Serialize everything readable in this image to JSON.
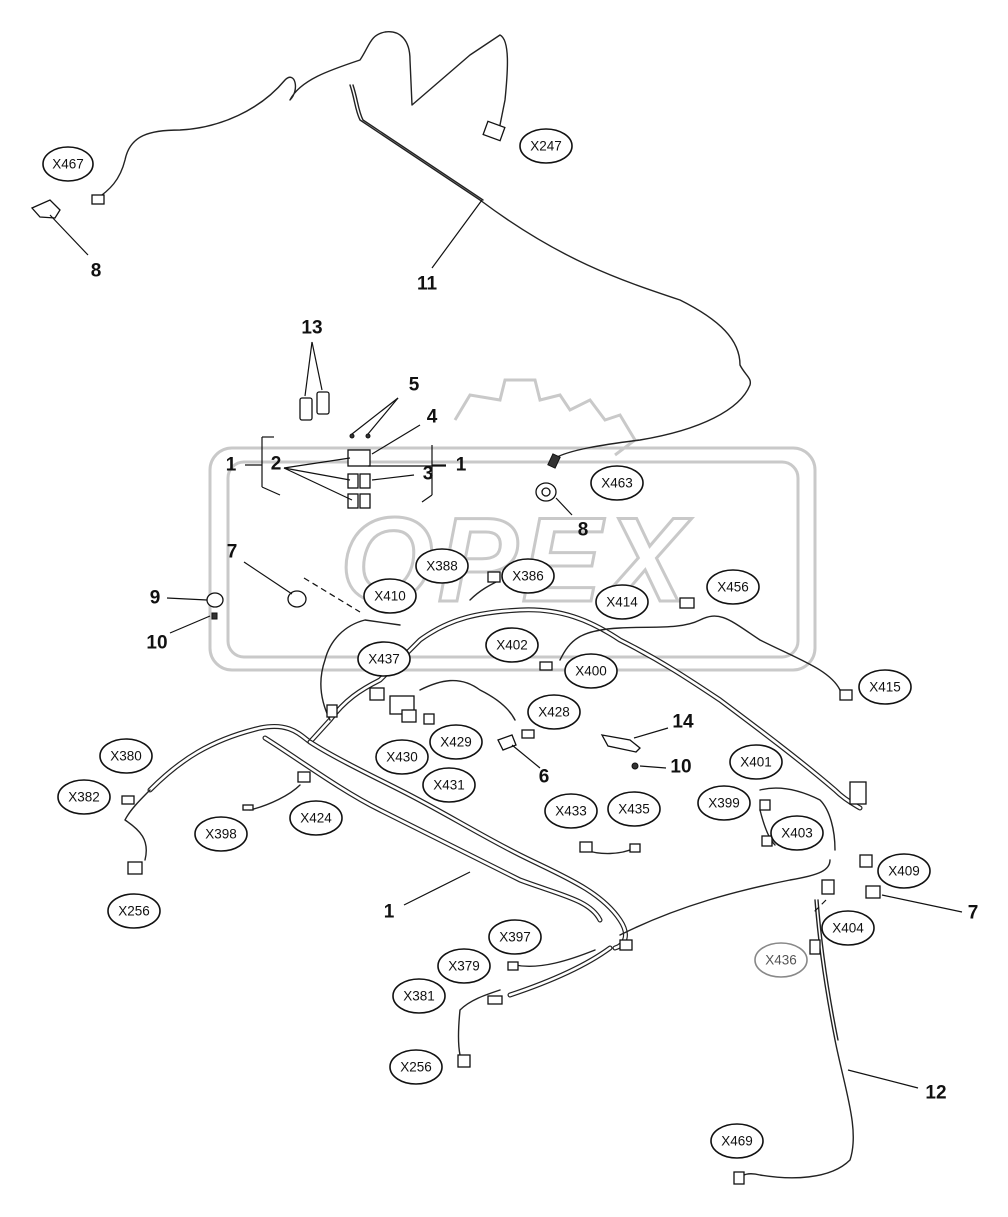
{
  "watermark": {
    "text": "OPEX"
  },
  "connectors": [
    {
      "id": "X467"
    },
    {
      "id": "X247"
    },
    {
      "id": "X463"
    },
    {
      "id": "X388"
    },
    {
      "id": "X386"
    },
    {
      "id": "X410"
    },
    {
      "id": "X414"
    },
    {
      "id": "X456"
    },
    {
      "id": "X437"
    },
    {
      "id": "X402"
    },
    {
      "id": "X400"
    },
    {
      "id": "X415"
    },
    {
      "id": "X428"
    },
    {
      "id": "X430"
    },
    {
      "id": "X429"
    },
    {
      "id": "X431"
    },
    {
      "id": "X380"
    },
    {
      "id": "X382"
    },
    {
      "id": "X398"
    },
    {
      "id": "X424"
    },
    {
      "id": "X256"
    },
    {
      "id": "X401"
    },
    {
      "id": "X399"
    },
    {
      "id": "X433"
    },
    {
      "id": "X435"
    },
    {
      "id": "X403"
    },
    {
      "id": "X409"
    },
    {
      "id": "X404"
    },
    {
      "id": "X436"
    },
    {
      "id": "X397"
    },
    {
      "id": "X379"
    },
    {
      "id": "X381"
    },
    {
      "id": "X256"
    },
    {
      "id": "X469"
    }
  ],
  "callouts": [
    {
      "label": "8"
    },
    {
      "label": "11"
    },
    {
      "label": "13"
    },
    {
      "label": "5"
    },
    {
      "label": "4"
    },
    {
      "label": "1"
    },
    {
      "label": "2"
    },
    {
      "label": "3"
    },
    {
      "label": "1"
    },
    {
      "label": "8"
    },
    {
      "label": "7"
    },
    {
      "label": "9"
    },
    {
      "label": "10"
    },
    {
      "label": "14"
    },
    {
      "label": "6"
    },
    {
      "label": "10"
    },
    {
      "label": "1"
    },
    {
      "label": "7"
    },
    {
      "label": "12"
    }
  ]
}
